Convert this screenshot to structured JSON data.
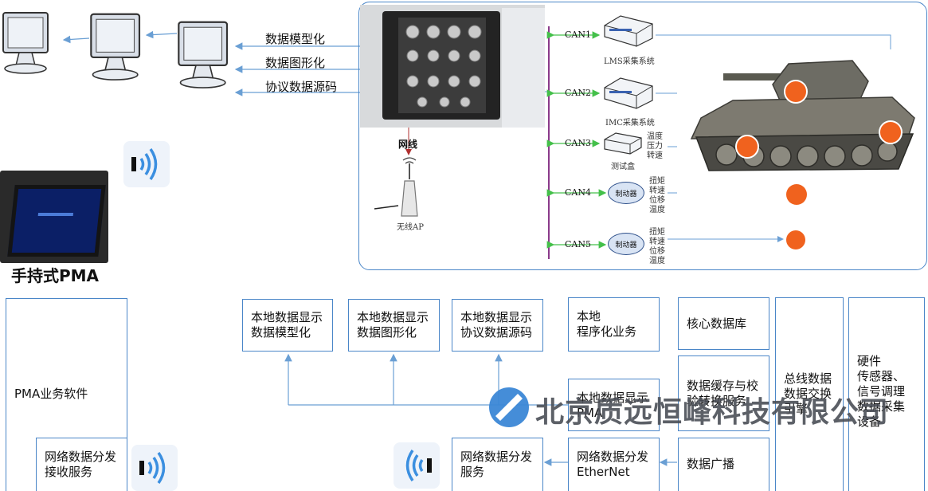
{
  "top_labels": {
    "model": "数据模型化",
    "graph": "数据图形化",
    "source": "协议数据源码",
    "net_cable": "网线",
    "wireless_ap": "无线AP",
    "handheld": "手持式PMA"
  },
  "can_labels": [
    "CAN1",
    "CAN2",
    "CAN3",
    "CAN4",
    "CAN5"
  ],
  "devices": {
    "lms": "LMS采集系统",
    "imc": "IMC采集系统",
    "test_box": "测试盒",
    "test_box_signals": "温度\n压力\n转速",
    "brake1": "制动器",
    "brake1_signals": "扭矩\n转速\n位移\n温度",
    "brake2": "制动器",
    "brake2_signals": "扭矩\n转速\n位移\n温度"
  },
  "bottom_boxes": {
    "pma_software": "PMA业务软件",
    "net_recv": "网络数据分发\n接收服务",
    "local_model": "本地数据显示\n数据模型化",
    "local_graph": "本地数据显示\n数据图形化",
    "local_source": "本地数据显示\n协议数据源码",
    "local_program": "本地\n程序化业务",
    "core_db": "核心数据库",
    "cache_verify": "数据缓存与校\n验转换服务",
    "bus_engine": "总线数据\n数据交换\n引擎",
    "hardware": "硬件\n传感器、\n信号调理\n数据采集\n设备",
    "local_pma": "本地数据显示\nPMA",
    "net_send": "网络数据分发\nEtherNet",
    "net_dist": "网络数据分发\n服务",
    "broadcast": "数据广播"
  },
  "watermark": "北京质远恒峰科技有限公司",
  "colors": {
    "box_border": "#4a86c8",
    "arrow": "#6a9fd4",
    "can_arrow": "#44c04a",
    "bus": "#8a3a8a",
    "orange_marker": "#f0621e",
    "watermark_text": "#4b4f57"
  }
}
